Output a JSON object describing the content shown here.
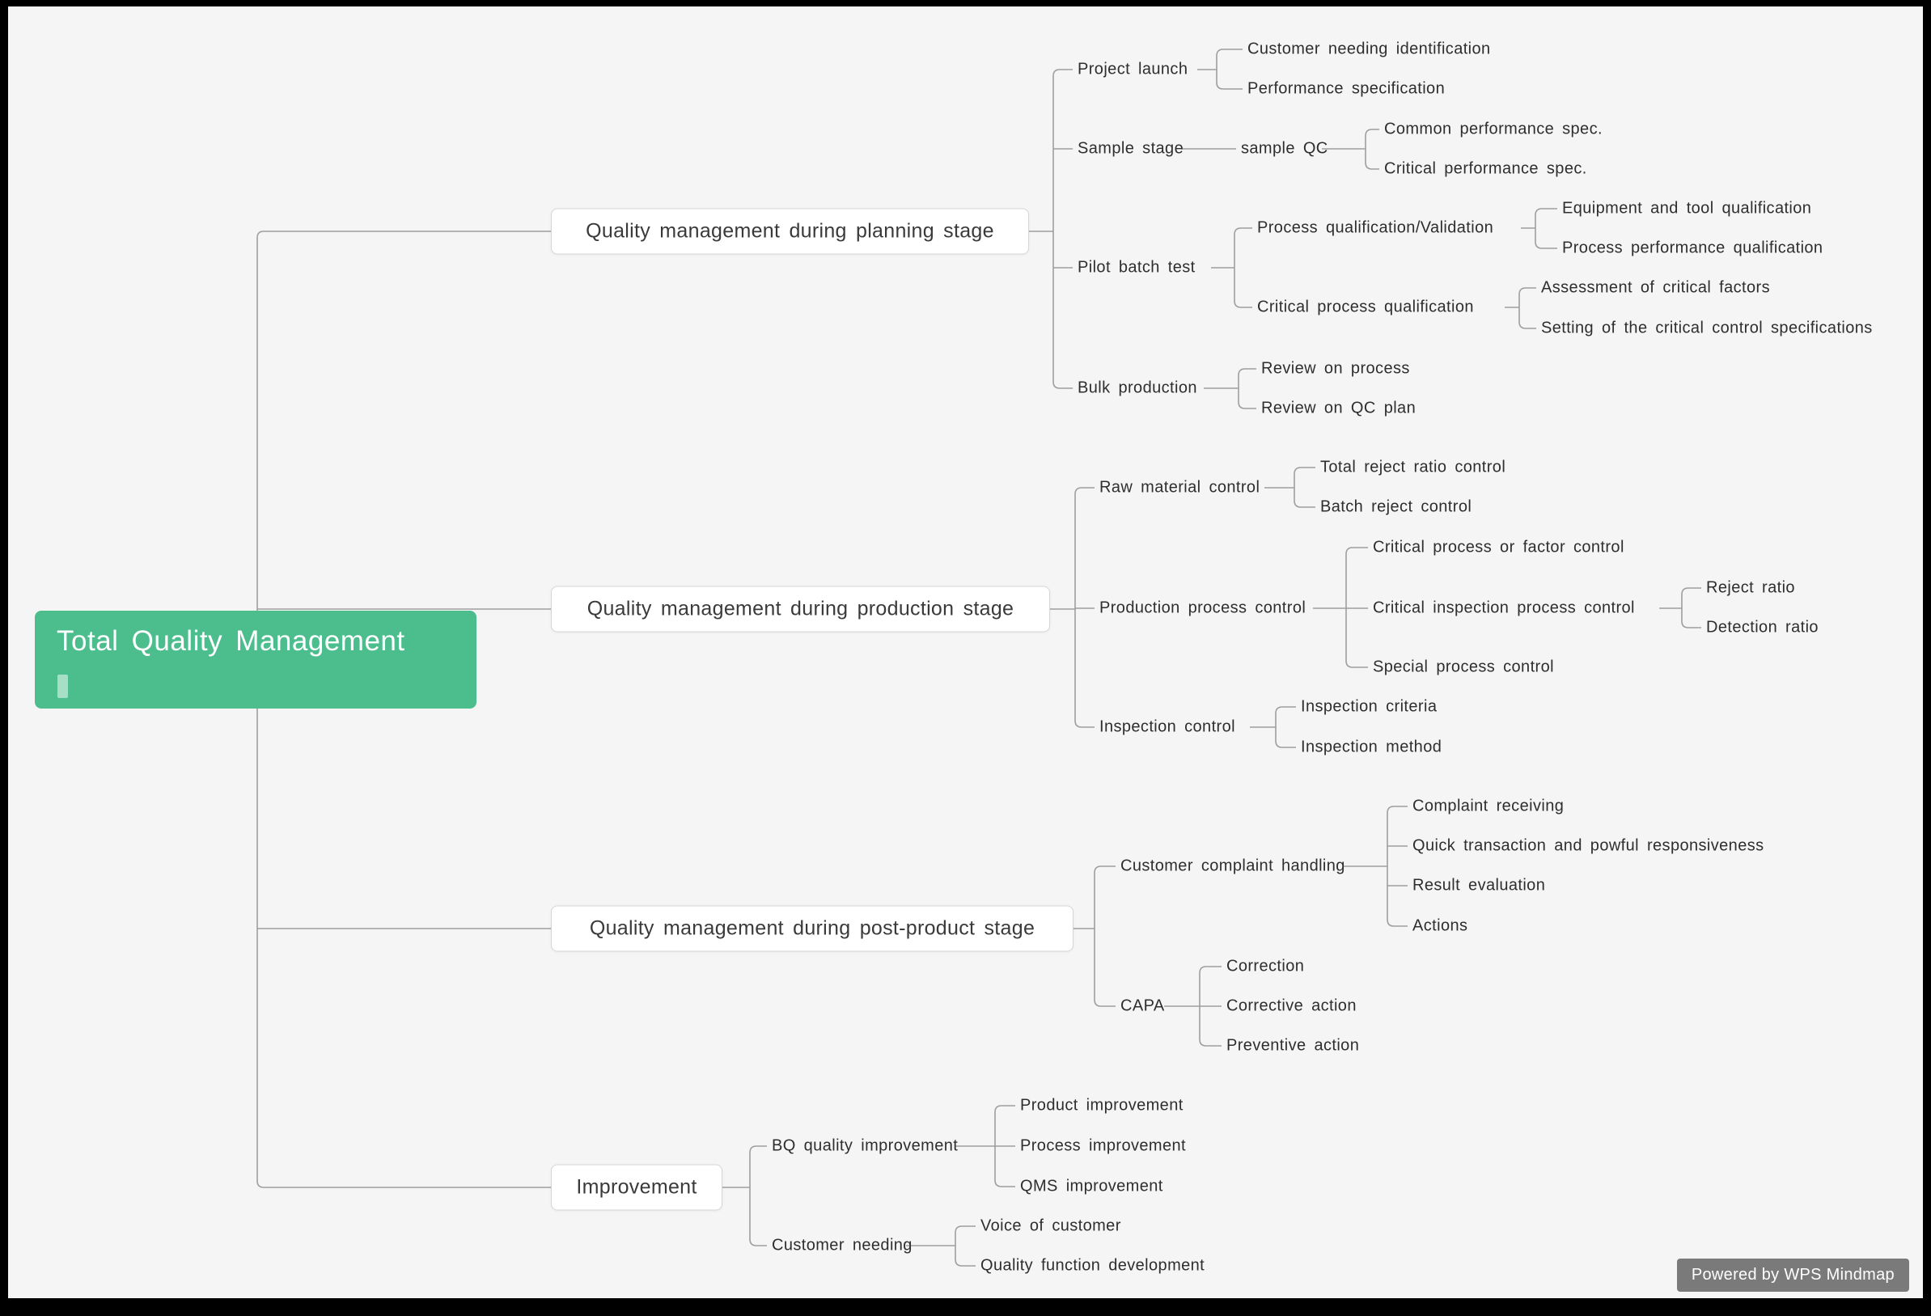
{
  "root": {
    "label": "Total Quality Management"
  },
  "branches": [
    {
      "label": "Quality management during planning stage",
      "children": [
        {
          "label": "Project launch",
          "children": [
            {
              "label": "Customer needing identification"
            },
            {
              "label": "Performance specification"
            }
          ]
        },
        {
          "label": "Sample stage",
          "children": [
            {
              "label": "sample QC",
              "children": [
                {
                  "label": "Common performance spec."
                },
                {
                  "label": "Critical performance spec."
                }
              ]
            }
          ]
        },
        {
          "label": "Pilot batch test",
          "children": [
            {
              "label": "Process qualification/Validation",
              "children": [
                {
                  "label": "Equipment and tool qualification"
                },
                {
                  "label": "Process performance qualification"
                }
              ]
            },
            {
              "label": "Critical process qualification",
              "children": [
                {
                  "label": "Assessment of critical factors"
                },
                {
                  "label": "Setting of the critical control specifications"
                }
              ]
            }
          ]
        },
        {
          "label": "Bulk production",
          "children": [
            {
              "label": "Review on process"
            },
            {
              "label": "Review on QC plan"
            }
          ]
        }
      ]
    },
    {
      "label": "Quality management during production stage",
      "children": [
        {
          "label": "Raw material control",
          "children": [
            {
              "label": "Total reject ratio control"
            },
            {
              "label": "Batch reject control"
            }
          ]
        },
        {
          "label": "Production process control",
          "children": [
            {
              "label": "Critical process or factor control"
            },
            {
              "label": "Critical inspection process control",
              "children": [
                {
                  "label": "Reject ratio"
                },
                {
                  "label": "Detection ratio"
                }
              ]
            },
            {
              "label": "Special process control"
            }
          ]
        },
        {
          "label": "Inspection control",
          "children": [
            {
              "label": "Inspection criteria"
            },
            {
              "label": "Inspection method"
            }
          ]
        }
      ]
    },
    {
      "label": "Quality management during post-product stage",
      "children": [
        {
          "label": "Customer complaint handling",
          "children": [
            {
              "label": "Complaint receiving"
            },
            {
              "label": "Quick transaction and powful responsiveness"
            },
            {
              "label": "Result evaluation"
            },
            {
              "label": "Actions"
            }
          ]
        },
        {
          "label": "CAPA",
          "children": [
            {
              "label": "Correction"
            },
            {
              "label": "Corrective action"
            },
            {
              "label": "Preventive action"
            }
          ]
        }
      ]
    },
    {
      "label": "Improvement",
      "children": [
        {
          "label": "BQ quality improvement",
          "children": [
            {
              "label": "Product improvement"
            },
            {
              "label": "Process improvement"
            },
            {
              "label": "QMS improvement"
            }
          ]
        },
        {
          "label": "Customer needing",
          "children": [
            {
              "label": "Voice of customer"
            },
            {
              "label": "Quality function development"
            }
          ]
        }
      ]
    }
  ],
  "badge": {
    "label": "Powered by WPS Mindmap"
  },
  "colors": {
    "root_bg": "#4cbe8e",
    "root_cursor": "#a7dfc6",
    "connector": "#9e9e9e",
    "node_border": "#d6d6d6",
    "badge_bg": "#7a7a7a"
  }
}
